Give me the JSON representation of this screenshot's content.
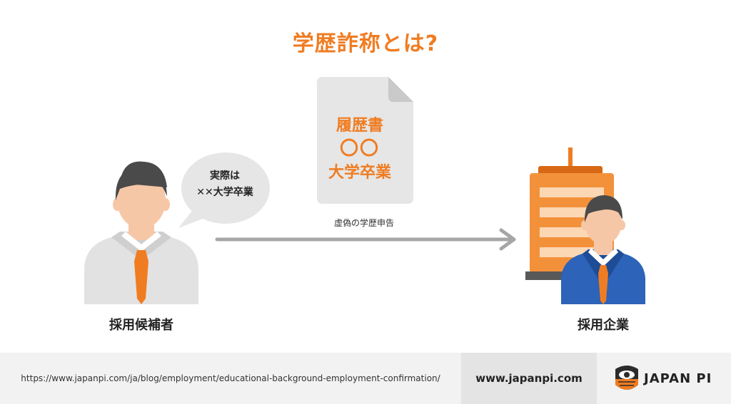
{
  "title": "学歴詐称とは?",
  "document": {
    "line1": "履歴書",
    "line2": "〇〇",
    "line3": "大学卒業"
  },
  "bubble": {
    "line1": "実際は",
    "line2": "✕✕大学卒業"
  },
  "arrow_label": "虚偽の学歴申告",
  "candidate_label": "採用候補者",
  "company_label": "採用企業",
  "footer": {
    "url": "https://www.japanpi.com/ja/blog/employment/educational-background-employment-confirmation/",
    "site": "www.japanpi.com",
    "logo_text": "JAPAN PI"
  },
  "colors": {
    "accent": "#F07C22",
    "doc_gray": "#E6E6E6",
    "suit_blue": "#2D63B8",
    "hair": "#4A4A4A",
    "skin": "#F6C7A6"
  }
}
